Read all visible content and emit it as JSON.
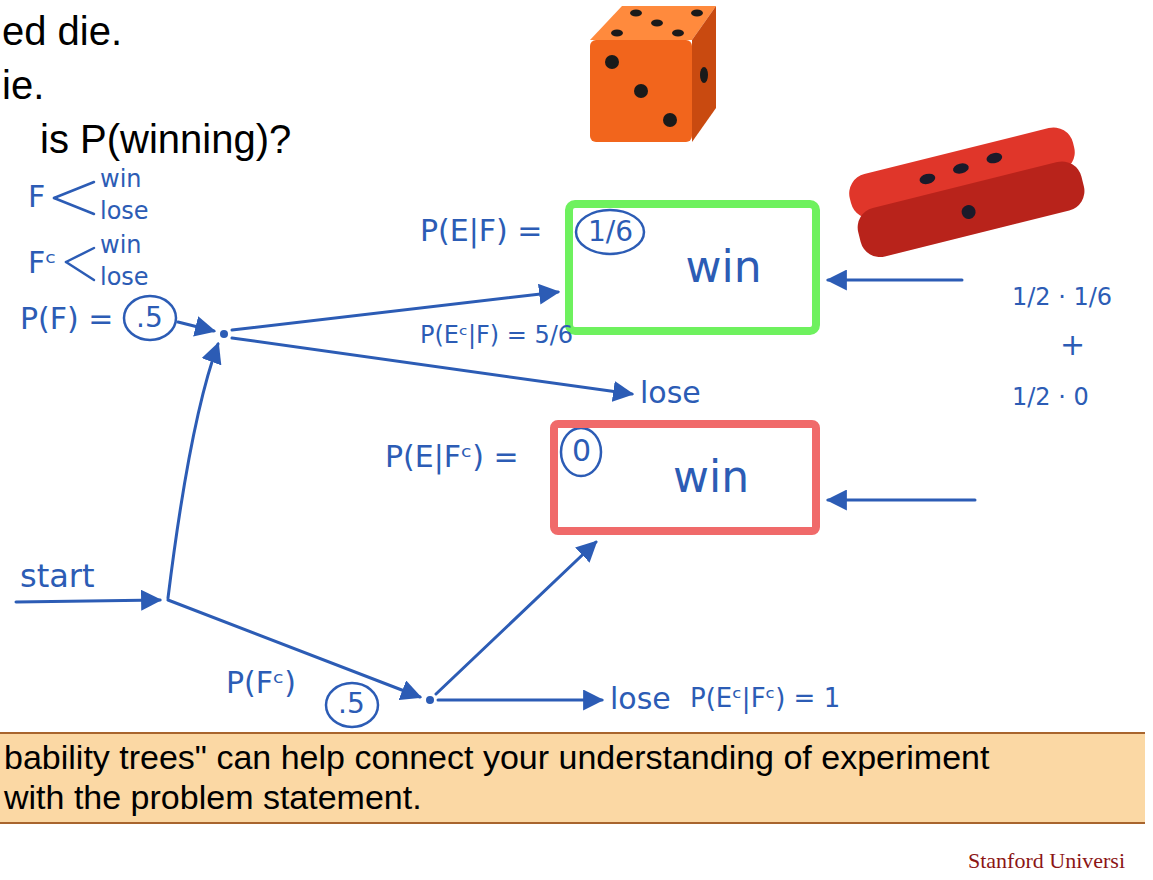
{
  "diagram": {
    "nodes": [
      {
        "text": [
          "win"
        ]
      },
      {
        "text": [
          "win"
        ]
      },
      {
        "text": [
          "bability trees\" can help connect your understanding of experiment with the problem statement."
        ]
      }
    ],
    "labels": [
      "ed die.",
      "ie.",
      "is P(winning)?",
      "F",
      "win",
      "lose",
      "Fᶜ",
      "win",
      "lose",
      "P(F) =",
      ".5",
      "P(E|F) =",
      "1/6",
      "P(Eᶜ|F) = 5/6",
      "lose",
      "P(E|Fᶜ) =",
      "0",
      "start",
      "P(Fᶜ)",
      ".5",
      "lose",
      "P(Eᶜ|Fᶜ) = 1",
      "1/2 · 1/6",
      "+",
      "1/2 · 0",
      "Stanford Universi"
    ]
  }
}
